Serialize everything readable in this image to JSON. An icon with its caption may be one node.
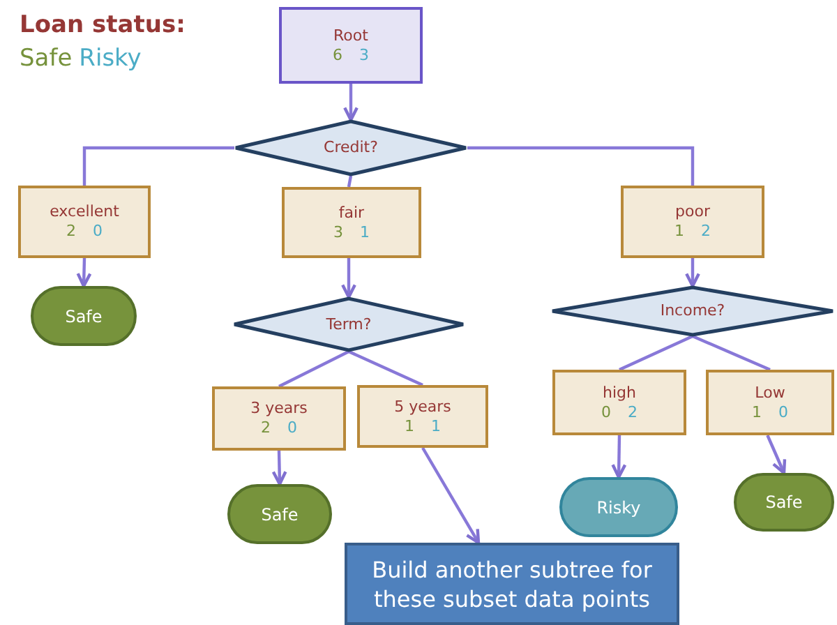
{
  "diagram": {
    "title": "Loan status:",
    "nodes": [
      {
        "text": [
          "Root",
          "6",
          "3"
        ]
      },
      {
        "text": [
          "Credit?"
        ]
      },
      {
        "text": [
          "excellent",
          "2",
          "0"
        ]
      },
      {
        "text": [
          "fair",
          "3",
          "1"
        ]
      },
      {
        "text": [
          "poor",
          "1",
          "2"
        ]
      },
      {
        "text": [
          "Safe"
        ]
      },
      {
        "text": [
          "Term?"
        ]
      },
      {
        "text": [
          "Income?"
        ]
      },
      {
        "text": [
          "3 years",
          "2",
          "0"
        ]
      },
      {
        "text": [
          "5 years",
          "1",
          "1"
        ]
      },
      {
        "text": [
          "high",
          "0",
          "2"
        ]
      },
      {
        "text": [
          "Low",
          "1",
          "0"
        ]
      },
      {
        "text": [
          "Safe"
        ]
      },
      {
        "text": [
          "Risky"
        ]
      },
      {
        "text": [
          "Safe"
        ]
      },
      {
        "text": [
          "Build another subtree for these subset data points"
        ]
      }
    ],
    "edges": [
      {
        "from": 0,
        "to": 1,
        "arrow": "to"
      },
      {
        "from": 1,
        "to": 2,
        "arrow": "none"
      },
      {
        "from": 1,
        "to": 3,
        "arrow": "none"
      },
      {
        "from": 1,
        "to": 4,
        "arrow": "none"
      },
      {
        "from": 2,
        "to": 5,
        "arrow": "to"
      },
      {
        "from": 3,
        "to": 6,
        "arrow": "to"
      },
      {
        "from": 4,
        "to": 7,
        "arrow": "to"
      },
      {
        "from": 6,
        "to": 8,
        "arrow": "none"
      },
      {
        "from": 6,
        "to": 9,
        "arrow": "none"
      },
      {
        "from": 7,
        "to": 10,
        "arrow": "none"
      },
      {
        "from": 7,
        "to": 11,
        "arrow": "none"
      },
      {
        "from": 8,
        "to": 12,
        "arrow": "to"
      },
      {
        "from": 10,
        "to": 13,
        "arrow": "to"
      },
      {
        "from": 11,
        "to": 14,
        "arrow": "to"
      },
      {
        "from": 9,
        "to": 15,
        "arrow": "to"
      }
    ],
    "legend": [
      {
        "text": "Safe",
        "color": "#76923c"
      },
      {
        "text": "Risky",
        "color": "#4bacc6"
      }
    ]
  }
}
